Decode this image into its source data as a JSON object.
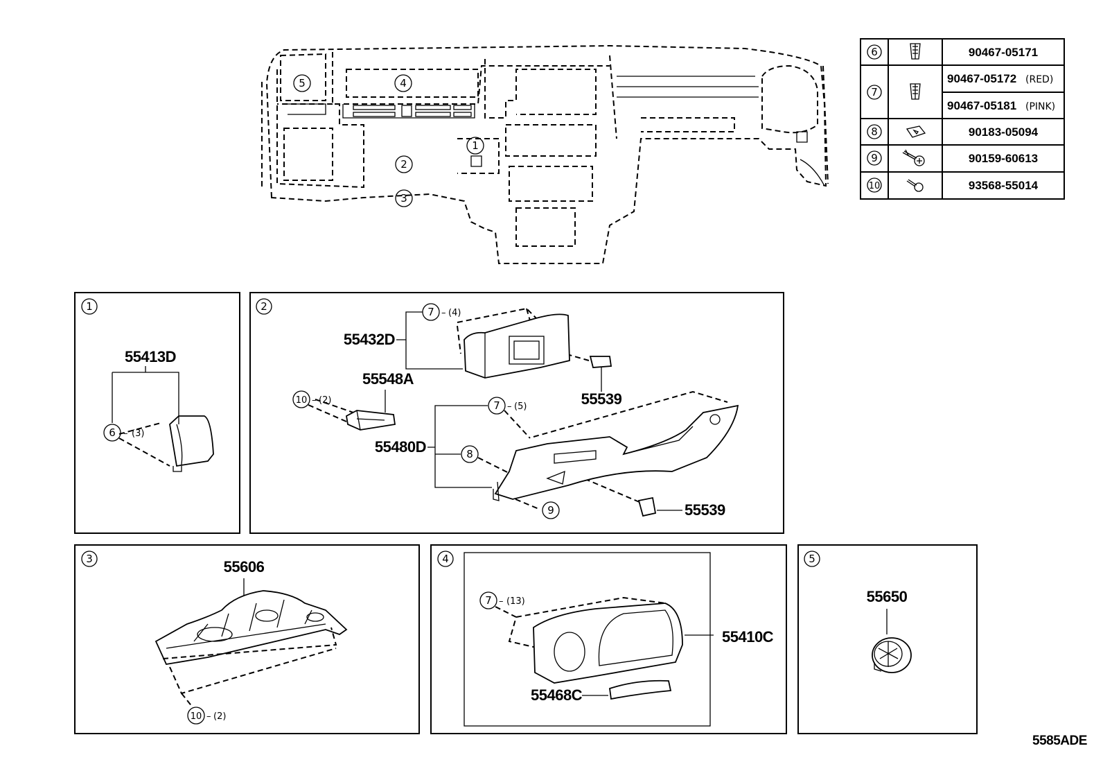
{
  "diagram_code": "5585ADE",
  "overview": {
    "callouts": [
      "1",
      "2",
      "3",
      "4",
      "5"
    ]
  },
  "fastener_table": {
    "rows": [
      {
        "ref": "6",
        "icon": "clip-icon",
        "parts": [
          "90467-05171"
        ],
        "notes": [
          ""
        ]
      },
      {
        "ref": "7",
        "icon": "clip-icon",
        "parts": [
          "90467-05172",
          "90467-05181"
        ],
        "notes": [
          "(RED)",
          "(PINK)"
        ]
      },
      {
        "ref": "8",
        "icon": "nut-icon",
        "parts": [
          "90183-05094"
        ],
        "notes": [
          ""
        ]
      },
      {
        "ref": "9",
        "icon": "screw-icon",
        "parts": [
          "90159-60613"
        ],
        "notes": [
          ""
        ]
      },
      {
        "ref": "10",
        "icon": "bolt-icon",
        "parts": [
          "93568-55014"
        ],
        "notes": [
          ""
        ]
      }
    ]
  },
  "panels": {
    "p1": {
      "ref": "1",
      "part": "55413D",
      "fastener": {
        "ref": "6",
        "qty": "(3)"
      }
    },
    "p2": {
      "ref": "2",
      "parts": [
        "55432D",
        "55548A",
        "55539",
        "55480D",
        "55539"
      ],
      "fasteners": [
        {
          "ref": "7",
          "qty": "(4)"
        },
        {
          "ref": "10",
          "qty": "(2)"
        },
        {
          "ref": "7",
          "qty": "(5)"
        },
        {
          "ref": "8",
          "qty": ""
        },
        {
          "ref": "9",
          "qty": ""
        }
      ]
    },
    "p3": {
      "ref": "3",
      "part": "55606",
      "fastener": {
        "ref": "10",
        "qty": "(2)"
      }
    },
    "p4": {
      "ref": "4",
      "parts": [
        "55410C",
        "55468C"
      ],
      "fastener": {
        "ref": "7",
        "qty": "(13)"
      }
    },
    "p5": {
      "ref": "5",
      "part": "55650"
    }
  }
}
